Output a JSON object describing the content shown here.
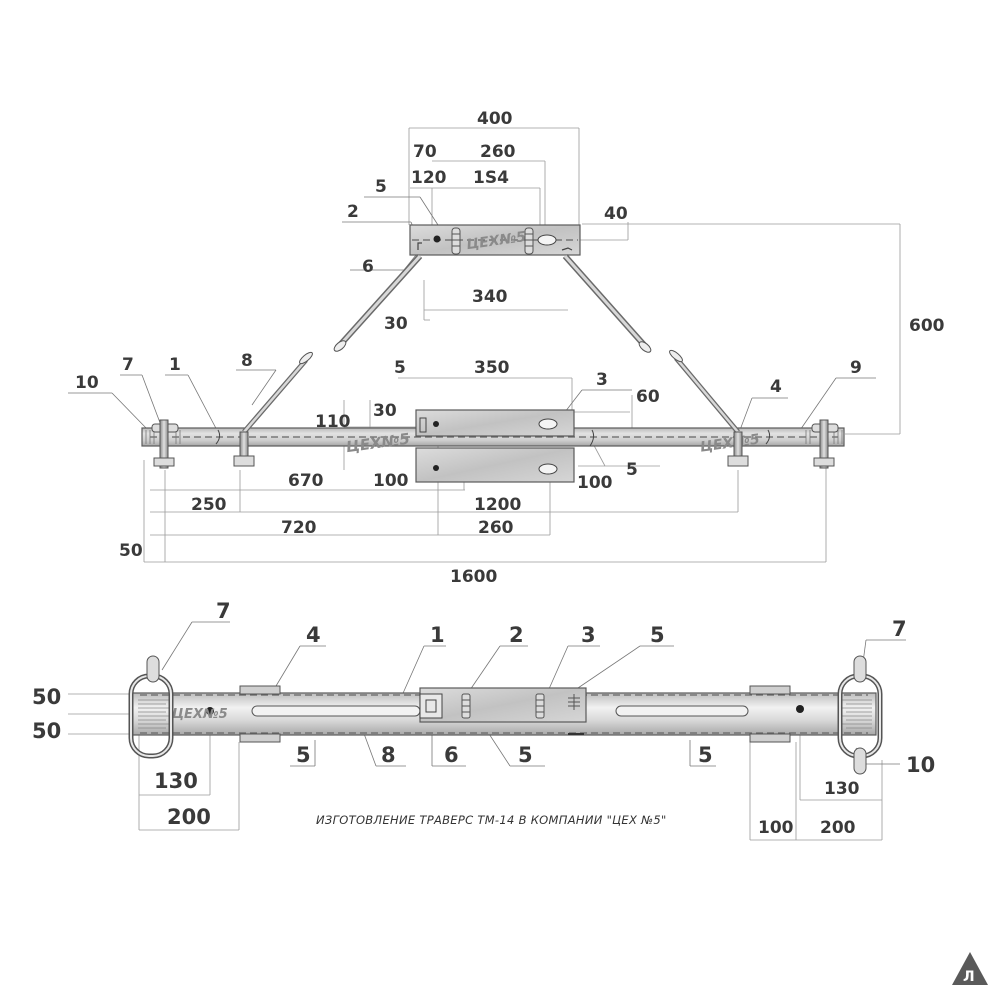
{
  "side_view": {
    "top": {
      "dim_400": "400",
      "dim_70": "70",
      "dim_260": "260",
      "dim_120": "120",
      "dim_154": "1S4",
      "dim_40": "40",
      "dim_340": "340",
      "dim_30": "30",
      "dim_600": "600",
      "callout_5": "5",
      "callout_2": "2",
      "callout_6": "6",
      "logo": "ЦЕХ№5"
    },
    "bottom": {
      "callout_10": "10",
      "callout_7": "7",
      "callout_1": "1",
      "callout_8": "8",
      "callout_5_upper": "5",
      "dim_350": "350",
      "callout_3": "3",
      "dim_60": "60",
      "callout_4": "4",
      "callout_9": "9",
      "dim_110": "110",
      "dim_30": "30",
      "callout_5_lower": "5",
      "dim_100_right": "100",
      "dim_670": "670",
      "dim_100_center": "100",
      "dim_250": "250",
      "dim_1200": "1200",
      "dim_720": "720",
      "dim_260": "260",
      "dim_50": "50",
      "dim_1600": "1600",
      "logo": "ЦЕХ№5"
    }
  },
  "plan_view": {
    "callout_7_left": "7",
    "callout_4": "4",
    "callout_1": "1",
    "callout_2": "2",
    "callout_3": "3",
    "callout_5_top": "5",
    "callout_7_right": "7",
    "dim_50_top": "50",
    "dim_50_bottom": "50",
    "callout_5_left": "5",
    "callout_8": "8",
    "callout_6": "6",
    "callout_5_center": "5",
    "callout_5_right": "5",
    "callout_10": "10",
    "dim_130_left": "130",
    "dim_200_left": "200",
    "dim_130_right": "130",
    "dim_100_right": "100",
    "dim_200_right": "200",
    "logo": "ЦЕХ№5"
  },
  "caption": "ИЗГОТОВЛЕНИЕ ТРАВЕРС ТМ-14 В КОМПАНИИ \"ЦЕХ №5\"",
  "brand_logo": "Л",
  "colors": {
    "metal_light": "#e6e6e6",
    "metal_mid": "#c8c8c8",
    "metal_dark": "#9a9a9a",
    "line": "#5a5a5a",
    "text": "#3a3a3a"
  }
}
